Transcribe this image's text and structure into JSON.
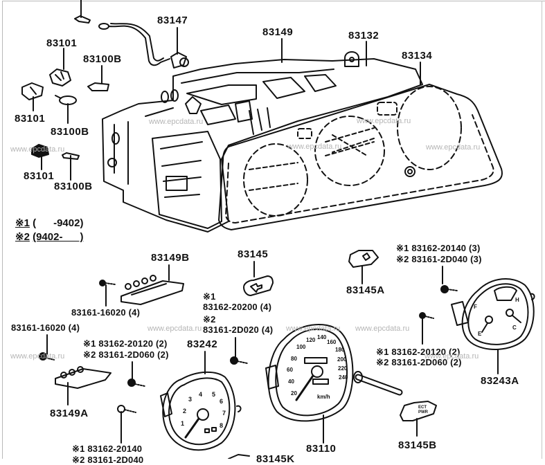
{
  "diagram": {
    "title": "Instrument cluster / combination meter exploded view",
    "legend": {
      "note1": {
        "symbol": "※1",
        "range": "(      -9402)"
      },
      "note2": {
        "symbol": "※2",
        "range": "(9402-      )"
      }
    },
    "watermark": "www.epcdata.ru",
    "part_labels": {
      "p83147": "83147",
      "p83149": "83149",
      "p83132": "83132",
      "p83134": "83134",
      "p83101_a": "83101",
      "p83100B_a": "83100B",
      "p83101_b": "83101",
      "p83100B_b": "83100B",
      "p83101_c": "83101",
      "p83100B_c": "83100B",
      "p83149B": "83149B",
      "p83145": "83145",
      "p83145A": "83145A",
      "p83161_16020_a": "83161-16020 (4)",
      "p83161_16020_b": "83161-16020 (4)",
      "p83242": "83242",
      "p83149A": "83149A",
      "p83110": "83110",
      "p83243A": "83243A",
      "p83145B": "83145B",
      "p83145K_partial": "83145K"
    },
    "screw_callouts": {
      "c83145": {
        "n1_sym": "※1",
        "n1": "83162-20200 (4)",
        "n2_sym": "※2",
        "n2": "83161-2D020 (4)"
      },
      "c83145A": {
        "n1_sym": "※1",
        "n1": "83162-20140 (3)",
        "n2_sym": "※2",
        "n2": "83161-2D040 (3)"
      },
      "c83243A": {
        "n1_sym": "※1",
        "n1": "83162-20120 (2)",
        "n2_sym": "※2",
        "n2": "83161-2D060 (2)"
      },
      "c83242": {
        "n1_sym": "※1",
        "n1": "83162-20120 (2)",
        "n2_sym": "※2",
        "n2": "83161-2D060 (2)"
      },
      "c_bottom": {
        "n1_sym": "※1",
        "n1": "83162-20140",
        "n2_sym": "※2",
        "n2": "83161-2D040"
      }
    },
    "gauges": {
      "tachometer": {
        "ticks": [
          "1",
          "2",
          "3",
          "4",
          "5",
          "6",
          "7",
          "8"
        ]
      },
      "speedometer": {
        "ticks": [
          "20",
          "40",
          "60",
          "80",
          "100",
          "120",
          "140",
          "160",
          "180",
          "200",
          "220",
          "240"
        ],
        "unit": "km/h"
      },
      "combination": {
        "marks": [
          "F",
          "E",
          "H",
          "C"
        ]
      }
    }
  }
}
